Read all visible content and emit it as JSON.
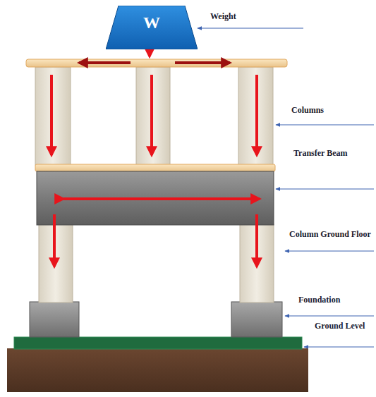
{
  "diagram": {
    "nodes": [
      {
        "text": [
          "W"
        ]
      }
    ],
    "labels": [
      "Weight",
      "Columns",
      "Transfer Beam",
      "Column Ground Floor",
      "Foundation",
      "Ground Level"
    ]
  }
}
